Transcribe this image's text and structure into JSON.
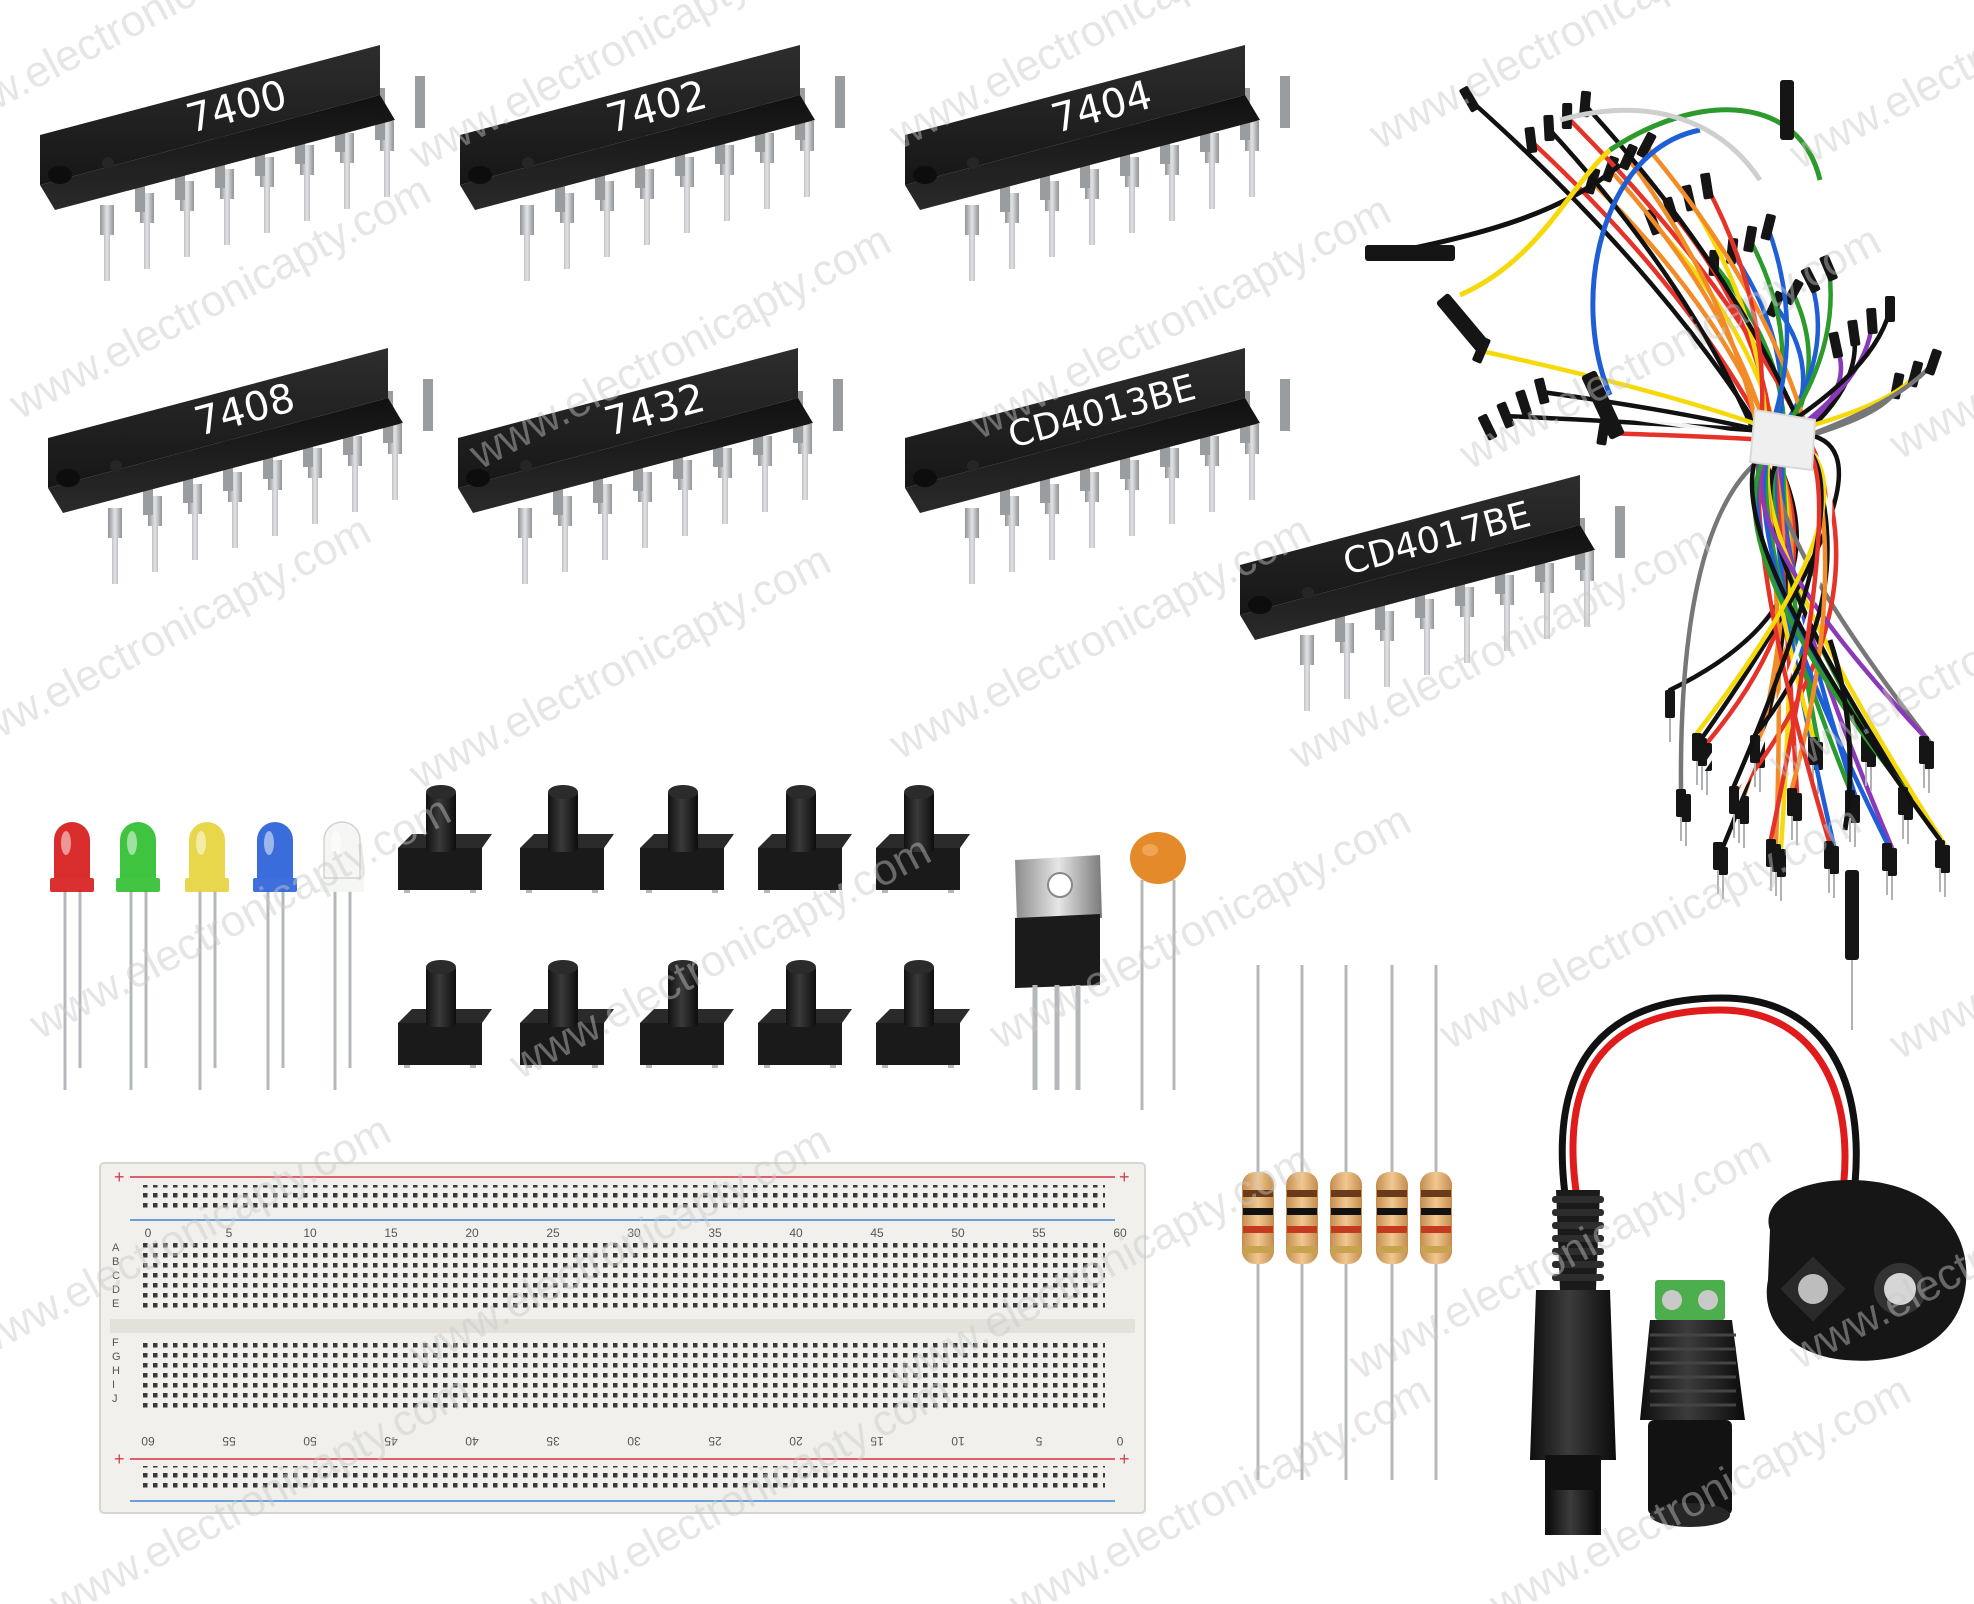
{
  "watermark_text": "www.electronicapty.com",
  "ics": [
    {
      "label": "7400"
    },
    {
      "label": "7402"
    },
    {
      "label": "7404"
    },
    {
      "label": "7408"
    },
    {
      "label": "7432"
    },
    {
      "label": "CD4013BE"
    },
    {
      "label": "CD4017BE"
    }
  ],
  "leds": [
    {
      "color": "red",
      "hex": "#d61a1a"
    },
    {
      "color": "green",
      "hex": "#2fbf2f"
    },
    {
      "color": "yellow",
      "hex": "#e6d23c"
    },
    {
      "color": "blue",
      "hex": "#2a5fd8"
    },
    {
      "color": "white",
      "hex": "#f4f6f2"
    }
  ],
  "pushbutton_count": 10,
  "resistor_count": 5,
  "breadboard": {
    "top_numbers": [
      "0",
      "5",
      "10",
      "15",
      "20",
      "25",
      "30",
      "35",
      "40",
      "45",
      "50",
      "55",
      "60"
    ],
    "bottom_numbers": [
      "60",
      "55",
      "50",
      "45",
      "40",
      "35",
      "30",
      "25",
      "20",
      "15",
      "10",
      "5",
      "0"
    ],
    "row_letters_top": [
      "A",
      "B",
      "C",
      "D",
      "E"
    ],
    "row_letters_bottom": [
      "F",
      "G",
      "H",
      "I",
      "J"
    ],
    "plus_sign": "+",
    "minus_sign": "−"
  },
  "colors": {
    "ic_body": "#1d1d1d",
    "pin": "#b9bcbf",
    "breadboard": "#f1f0ec",
    "rail_red": "#e0606a",
    "rail_blue": "#6aa0d8",
    "capacitor": "#e58a2a",
    "resistor_body": "#e0b070"
  }
}
